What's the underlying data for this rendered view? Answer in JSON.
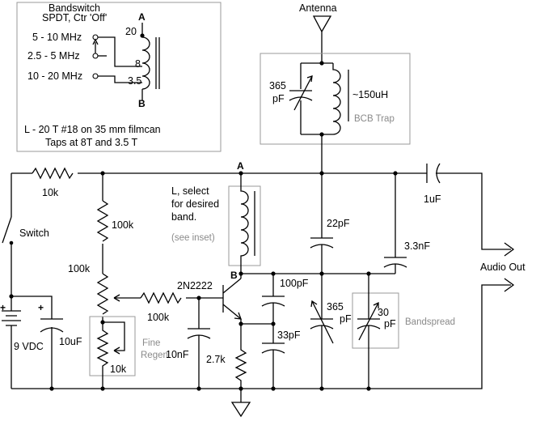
{
  "inset": {
    "title_line1": "Bandswitch",
    "title_line2": "SPDT, Ctr 'Off'",
    "band_1": "5 - 10 MHz",
    "band_2": "2.5 - 5 MHz",
    "band_3": "10 - 20 MHz",
    "turns_top": "20",
    "turns_mid": "8",
    "turns_low": "3.5",
    "node_a": "A",
    "node_b": "B",
    "coil_note_1": "L -  20 T #18 on 35 mm filmcan",
    "coil_note_2": "Taps at 8T and 3.5 T"
  },
  "antenna": {
    "label": "Antenna"
  },
  "trap": {
    "cap_value_1": "365",
    "cap_value_2": "pF",
    "inductor_value": "~150uH",
    "label": "BCB Trap"
  },
  "coil_note": {
    "line1": "L, select",
    "line2": "for desired",
    "line3": "band.",
    "line4": "(see inset)"
  },
  "node_a_label": "A",
  "node_b_label": "B",
  "components": {
    "r_10k_top": "10k",
    "switch": "Switch",
    "r_100k_upper": "100k",
    "pot_100k": "100k",
    "r_100k_base": "100k",
    "transistor": "2N2222",
    "battery": "9 VDC",
    "c_10uf": "10uF",
    "c_10nf": "10nF",
    "r_2_7k": "2.7k",
    "c_100pf": "100pF",
    "c_33pf": "33pF",
    "c_22pf": "22pF",
    "c_3_3nf": "3.3nF",
    "c_1uf": "1uF",
    "plus_1": "+",
    "plus_2": "+",
    "c_365_value": "365",
    "c_365_unit": "pF",
    "c_30_value": "30",
    "c_30_unit": "pF",
    "bandspread": "Bandspread",
    "pot_10k": "10k",
    "fine_regen_1": "Fine",
    "fine_regen_2": "Regen",
    "audio_out": "Audio Out"
  }
}
